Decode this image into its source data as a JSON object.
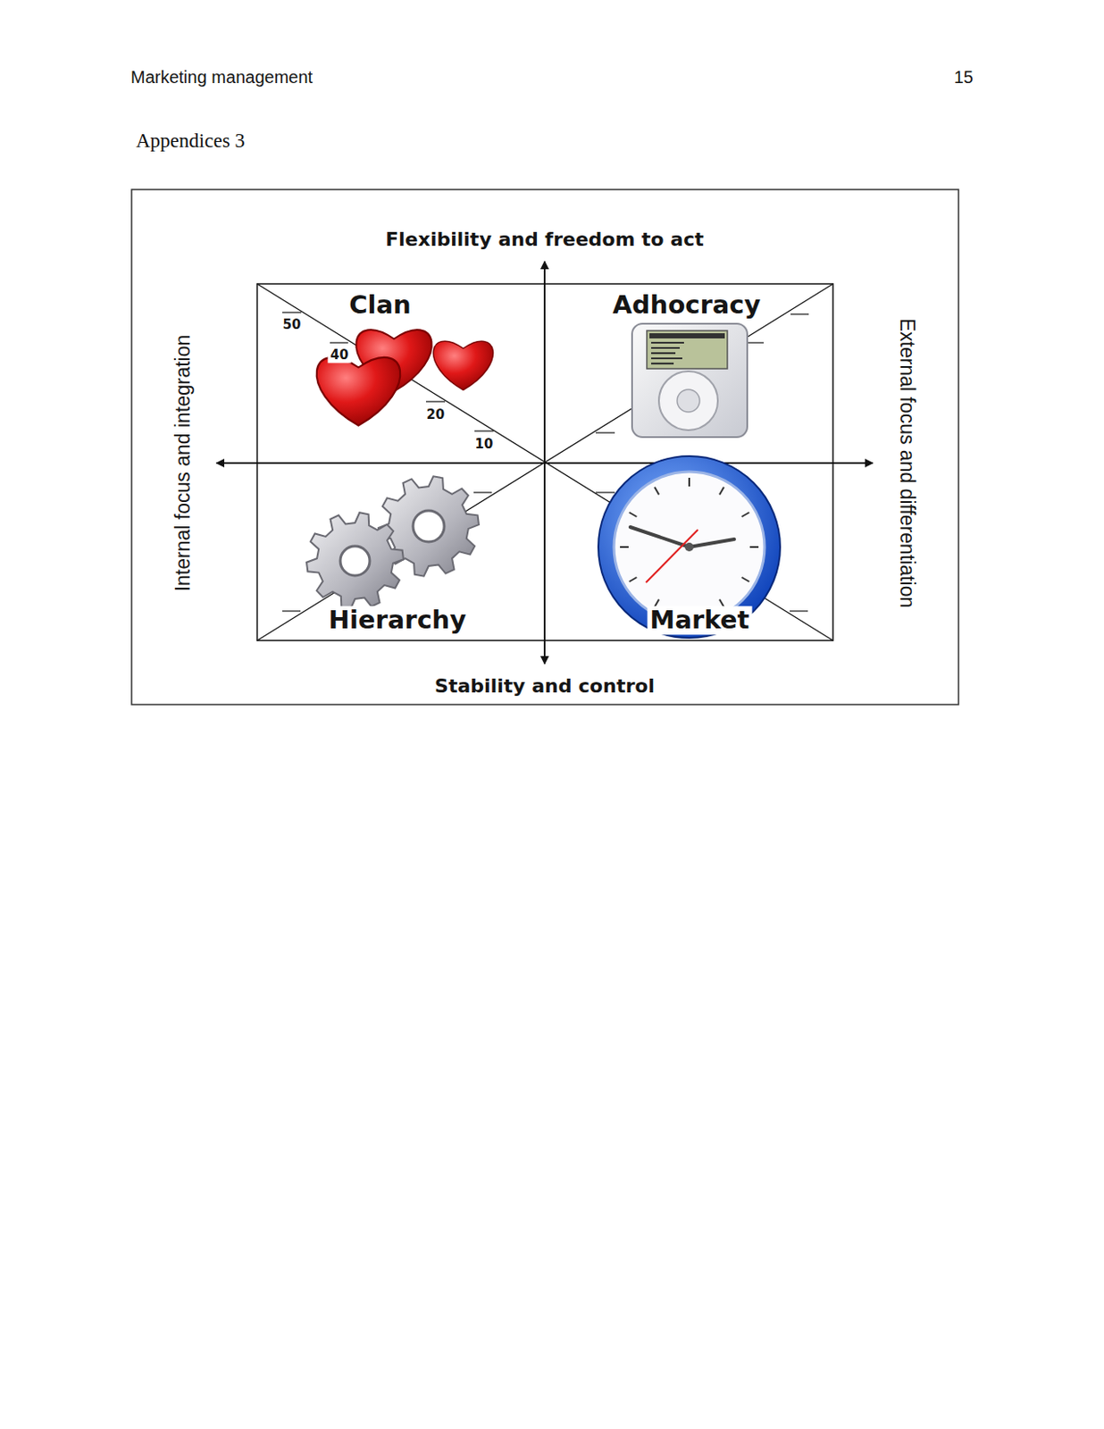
{
  "diagram": {
    "title": "Appendices 3",
    "labels": [
      "Marketing management",
      "15",
      "Flexibility and freedom to act",
      "Clan",
      "50",
      "40",
      "Adhocracy",
      "20",
      "10",
      "Internal focus and integration",
      "External focus and differentiation",
      "Hierarchy",
      "Market",
      "Stability and control"
    ]
  }
}
